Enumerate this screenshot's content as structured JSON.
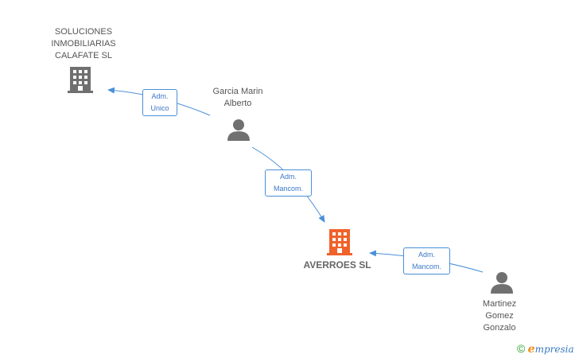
{
  "nodes": {
    "soluciones": {
      "name_lines": [
        "SOLUCIONES",
        "INMOBILIARIAS",
        "CALAFATE SL"
      ],
      "icon": "building-icon",
      "color": "#707070"
    },
    "averroes": {
      "name": "AVERROES SL",
      "icon": "building-icon",
      "color": "#f0622a"
    },
    "garcia": {
      "name_lines": [
        "Garcia Marin",
        "Alberto"
      ],
      "icon": "person-icon",
      "color": "#707070"
    },
    "martinez": {
      "name_lines": [
        "Martinez",
        "Gomez",
        "Gonzalo"
      ],
      "icon": "person-icon",
      "color": "#707070"
    }
  },
  "edges": {
    "garcia_soluciones": {
      "label_lines": [
        "Adm.",
        "Unico"
      ]
    },
    "garcia_averroes": {
      "label_lines": [
        "Adm.",
        "Mancom."
      ]
    },
    "martinez_averroes": {
      "label_lines": [
        "Adm.",
        "Mancom."
      ]
    }
  },
  "colors": {
    "edge": "#4a90d9"
  },
  "brand": {
    "copyright": "©",
    "e": "e",
    "rest": "mpresia"
  }
}
